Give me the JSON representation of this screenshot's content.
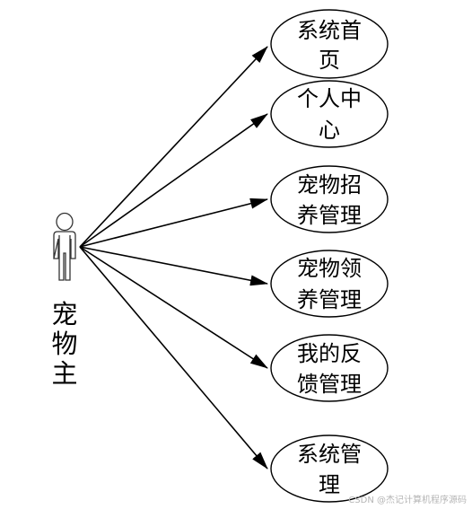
{
  "actor": {
    "label_lines": [
      "宠",
      "物",
      "主"
    ]
  },
  "use_cases": [
    {
      "id": "home",
      "lines": [
        "系统首",
        "页"
      ]
    },
    {
      "id": "profile",
      "lines": [
        "个人中",
        "心"
      ]
    },
    {
      "id": "pet-adoption-post",
      "lines": [
        "宠物招",
        "养管理"
      ]
    },
    {
      "id": "pet-adoption-request",
      "lines": [
        "宠物领",
        "养管理"
      ]
    },
    {
      "id": "feedback",
      "lines": [
        "我的反",
        "馈管理"
      ]
    },
    {
      "id": "system",
      "lines": [
        "系统管",
        "理"
      ]
    }
  ],
  "watermark": "CSDN @杰记计算机程序源码"
}
